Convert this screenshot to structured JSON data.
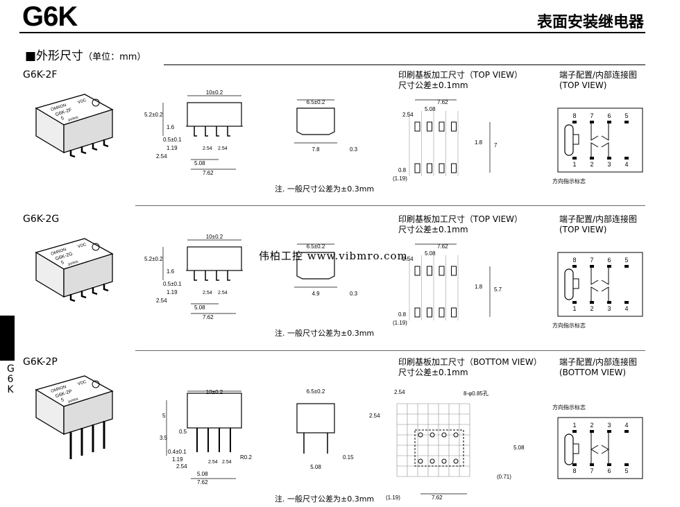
{
  "header": {
    "code": "G6K",
    "title": "表面安装继电器"
  },
  "section": {
    "title": "■外形尺寸",
    "unit": "（单位：mm）"
  },
  "watermark": "伟柏工控 www.vibmro.com",
  "side_tab": [
    "G",
    "6",
    "K"
  ],
  "rows": [
    {
      "model": "G6K-2F",
      "pcb_title": "印刷基板加工尺寸（TOP VIEW）",
      "pcb_tol": "尺寸公差±0.1mm",
      "term_title": "端子配置/内部连接图",
      "term_view": "(TOP VIEW)",
      "note": "注. 一般尺寸公差为±0.3mm",
      "direction_mark": "方向指示标志",
      "dims_front": [
        "10±0.2",
        "5.2±0.2",
        "1.6",
        "0.5±0.1",
        "1.19",
        "2.54",
        "2.54",
        "2.54",
        "5.08",
        "7.62"
      ],
      "dims_side": [
        "6.5±0.2",
        "7.8",
        "0.3"
      ],
      "dims_pcb": [
        "7.62",
        "5.08",
        "2.54",
        "1.8",
        "7",
        "0.8",
        "(1.19)"
      ],
      "pins_top": [
        "8",
        "7",
        "6",
        "5"
      ],
      "pins_bottom": [
        "1",
        "2",
        "3",
        "4"
      ],
      "relay_mark": [
        "OMRON",
        "G6K-2F",
        "5",
        "VDC",
        "JAPAN"
      ]
    },
    {
      "model": "G6K-2G",
      "pcb_title": "印刷基板加工尺寸（TOP VIEW）",
      "pcb_tol": "尺寸公差±0.1mm",
      "term_title": "端子配置/内部连接图",
      "term_view": "(TOP VIEW)",
      "note": "注. 一般尺寸公差为±0.3mm",
      "direction_mark": "方向指示标志",
      "dims_front": [
        "10±0.2",
        "5.2±0.2",
        "1.6",
        "0.5±0.1",
        "1.19",
        "2.54",
        "2.54",
        "2.54",
        "5.08",
        "7.62"
      ],
      "dims_side": [
        "6.5±0.2",
        "4.9",
        "0.3"
      ],
      "dims_pcb": [
        "7.62",
        "5.08",
        "2.54",
        "1.8",
        "5.7",
        "0.8",
        "(1.19)"
      ],
      "pins_top": [
        "8",
        "7",
        "6",
        "5"
      ],
      "pins_bottom": [
        "1",
        "2",
        "3",
        "4"
      ],
      "relay_mark": [
        "OMRON",
        "G6K-2G",
        "5",
        "VDC",
        "JAPAN"
      ]
    },
    {
      "model": "G6K-2P",
      "pcb_title": "印刷基板加工尺寸（BOTTOM VIEW）",
      "pcb_tol": "尺寸公差±0.1mm",
      "term_title": "端子配置/内部连接图",
      "term_view": "(BOTTOM VIEW)",
      "note": "注. 一般尺寸公差为±0.3mm",
      "direction_mark": "方向指示标志",
      "dims_front": [
        "10±0.2",
        "5",
        "3.5",
        "0.5",
        "0.4±0.1",
        "1.19",
        "2.54",
        "2.54",
        "2.54",
        "5.08",
        "7.62",
        "R0.2"
      ],
      "dims_side": [
        "6.5±0.2",
        "5.08",
        "0.15"
      ],
      "dims_pcb": [
        "2.54",
        "2.54",
        "8-φ0.85孔",
        "5.08",
        "(0.71)",
        "(1.19)",
        "7.62"
      ],
      "pins_top": [
        "1",
        "2",
        "3",
        "4"
      ],
      "pins_bottom": [
        "8",
        "7",
        "6",
        "5"
      ],
      "relay_mark": [
        "OMRON",
        "G6K-2P",
        "5",
        "VDC",
        "JAPAN"
      ]
    }
  ]
}
